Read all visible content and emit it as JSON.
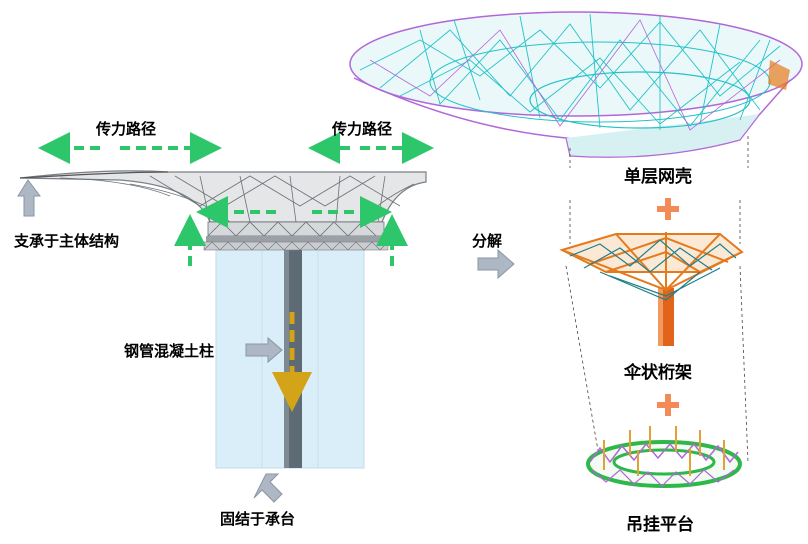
{
  "labels": {
    "force_path_left": "传力路径",
    "force_path_right": "传力路径",
    "support_main_structure": "支承于主体结构",
    "decompose": "分解",
    "steel_column": "钢管混凝土柱",
    "fixed_to_cap": "固结于承台",
    "single_layer_shell": "单层网壳",
    "umbrella_truss": "伞状桁架",
    "hanging_platform": "吊挂平台"
  },
  "colors": {
    "force_arrow": "#2ec66a",
    "column_arrow": "#d4a418",
    "plus": "#f28b56",
    "grey_arrow": "#aeb8c4",
    "glass": "#d6ecf7",
    "column": "#5a6670",
    "shell_cyan": "#23c3c8",
    "shell_purple": "#b267d6",
    "truss_orange": "#e57a1c",
    "truss_teal": "#1f7f8a"
  }
}
